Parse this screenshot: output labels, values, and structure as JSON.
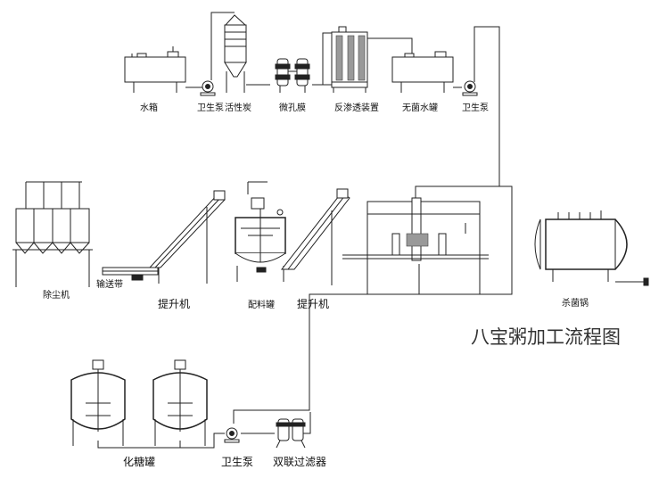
{
  "title": "八宝粥加工流程图",
  "labels": {
    "water_tank": "水箱",
    "sanitary_pump_1": "卫生泵",
    "activated_carbon": "活性炭",
    "microporous_membrane": "微孔膜",
    "reverse_osmosis": "反渗透装置",
    "sterile_water_tank": "无菌水罐",
    "sanitary_pump_2": "卫生泵",
    "dust_remover": "除尘机",
    "conveyor_belt": "输送带",
    "elevator_1": "提升机",
    "batching_tank": "配料罐",
    "elevator_2": "提升机",
    "sterilizer": "杀菌锅",
    "sugar_tank": "化糖罐",
    "sanitary_pump_3": "卫生泵",
    "duplex_filter": "双联过滤器"
  },
  "colors": {
    "line": "#222222",
    "title": "#333333",
    "accent_yellow": "#e8d400"
  }
}
